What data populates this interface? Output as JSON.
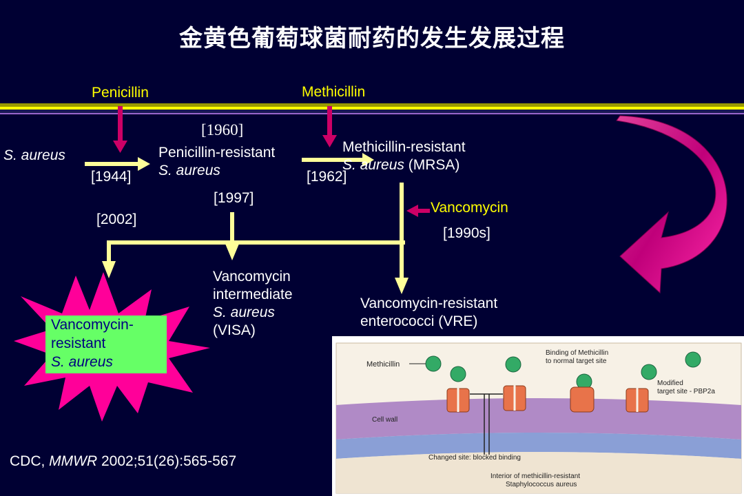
{
  "title": "金黄色葡萄球菌耐药的发生发展过程",
  "drugs": {
    "penicillin": "Penicillin",
    "methicillin": "Methicillin",
    "vancomycin": "Vancomycin"
  },
  "nodes": {
    "s_aureus": "S. aureus",
    "prsa_line1": "Penicillin-resistant",
    "prsa_line2": "S. aureus",
    "mrsa_line1": "Methicillin-resistant",
    "mrsa_line2_italic": "S. aureus",
    "mrsa_line2_rest": " (MRSA)",
    "visa_line1": "Vancomycin",
    "visa_line2": "intermediate",
    "visa_line3": "S. aureus",
    "visa_line4": "(VISA)",
    "vre_line1": "Vancomycin-resistant",
    "vre_line2": "enterococci (VRE)",
    "vrsa_line1": "Vancomycin-",
    "vrsa_line2": "resistant",
    "vrsa_line3": "S. aureus"
  },
  "years": {
    "y1944": "[1944]",
    "y1960": "[1960]",
    "y1962": "[1962]",
    "y1997": "[1997]",
    "y2002": "[2002]",
    "y1990s": "[1990s]"
  },
  "citation": {
    "prefix": "CDC, ",
    "journal": "MMWR",
    "rest": " 2002;51(26):565-567"
  },
  "inset": {
    "methicillin_label": "Methicillin",
    "binding_label_1": "Binding of Methicillin",
    "binding_label_2": "to normal target site",
    "modified_label_1": "Modified",
    "modified_label_2": "target site - PBP2a",
    "cell_wall_label": "Cell wall",
    "changed_site_label": "Changed site: blocked binding",
    "interior_label_1": "Interior of methicillin-resistant",
    "interior_label_2": "Staphylococcus aureus"
  },
  "colors": {
    "background": "#000033",
    "accent_yellow": "#ffff00",
    "arrow_pale": "#ffff99",
    "magenta": "#cc0066",
    "vrsa_box": "#66ff66",
    "starburst": "#ff0099"
  }
}
